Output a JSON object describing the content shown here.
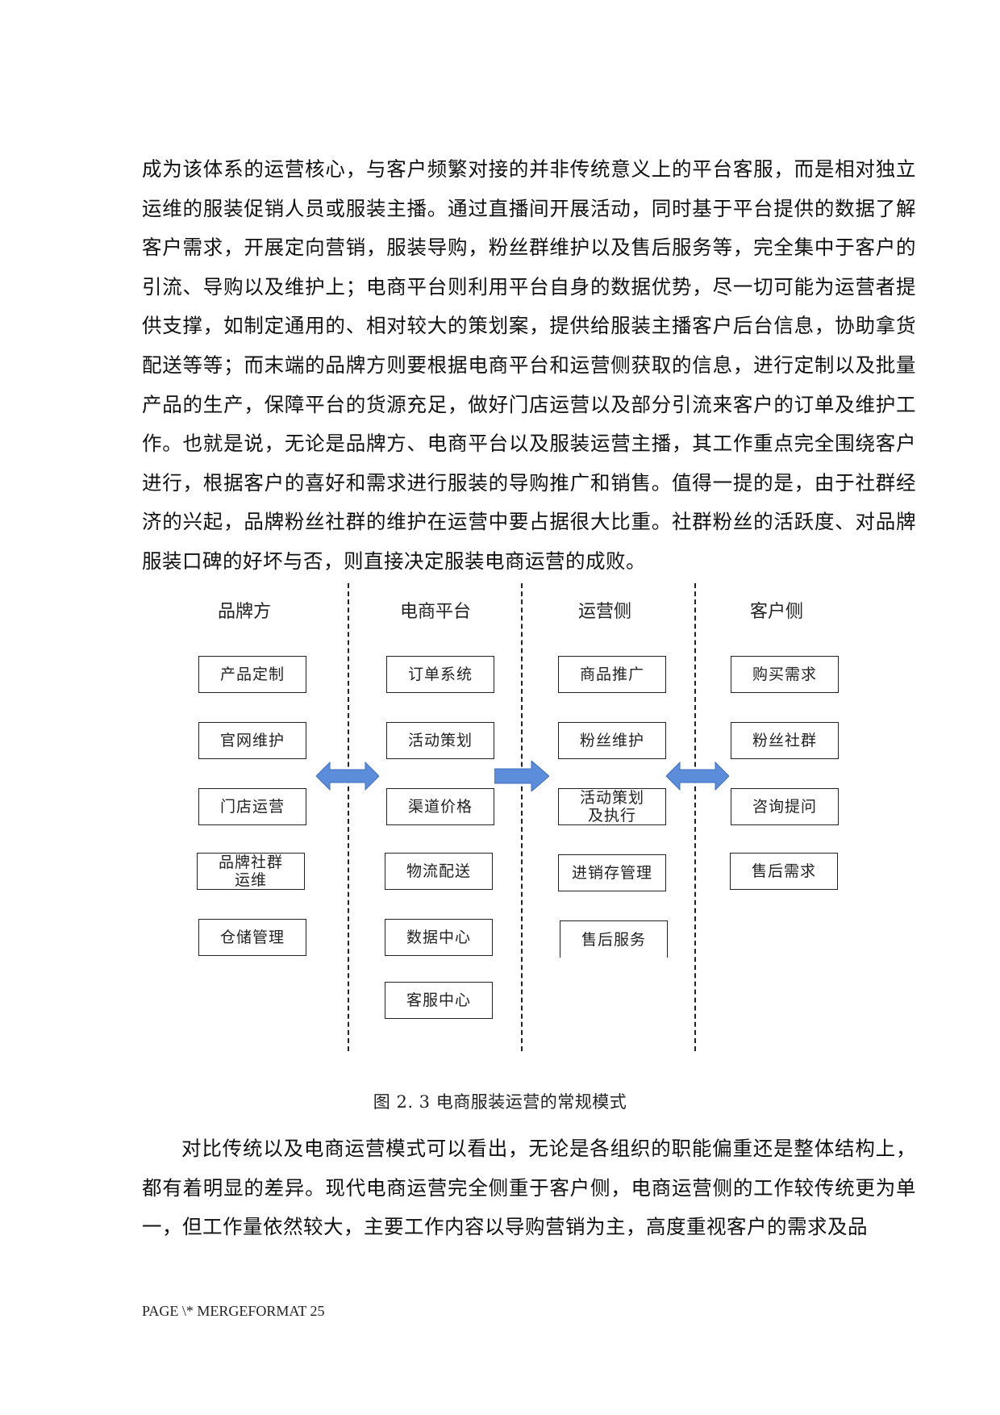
{
  "paragraph1": [
    "成为该体系的运营核心，与客户频繁对接的并非传统意义上的平台客服，而是相对独立运维的服装促销人员或服装主播。通过直播间开展活动，同时基于平台提供的数据了解客户需求，开展定向营销，服装导购，粉丝群维护以及售后服务等，完全集中于客户的引流、导购以及维护上；电商平台则利用平台自身的数据优势，尽一切可能为运营者提供支撑，如制定通用的、相对较大的策划案，提供给服装主播客户后台信息，协助拿货配送等等；而末端的品牌方则要根据电商平台和运营侧获取的信息，进行定制以及批量产品的生产，保障平台的货源充足，做好门店运营以及部分引流来客户的订单及维护工作。也就是说，无论是品牌方、电商平台以及服装运营主播，其工作重点完全围绕客户进行，根据客户的喜好和需求进行服装的导购推广和销售。值得一提的是，由于社群经济的兴起，品牌粉丝社群的维护在运营中要占据很大比重。社群粉丝的活跃度、对品牌服装口碑的好坏与否，则直接决定服装电商运营的成败。"
  ],
  "diagram": {
    "columns": [
      {
        "header": "品牌方",
        "boxes": [
          "产品定制",
          "官网维护",
          "门店运营",
          "品牌社群\n运维",
          "仓储管理"
        ]
      },
      {
        "header": "电商平台",
        "boxes": [
          "订单系统",
          "活动策划",
          "渠道价格",
          "物流配送",
          "数据中心",
          "客服中心"
        ]
      },
      {
        "header": "运营侧",
        "boxes": [
          "商品推广",
          "粉丝维护",
          "活动策划\n及执行",
          "进销存管理",
          "售后服务"
        ]
      },
      {
        "header": "客户侧",
        "boxes": [
          "购买需求",
          "粉丝社群",
          "咨询提问",
          "售后需求"
        ]
      }
    ],
    "arrow_color": "#5B8DDB",
    "arrows": [
      "double-arrow",
      "right-arrow",
      "double-arrow"
    ]
  },
  "figure_caption": "图 2. 3  电商服装运营的常规模式",
  "paragraph2": "对比传统以及电商运营模式可以看出，无论是各组织的职能偏重还是整体结构上，都有着明显的差异。现代电商运营完全侧重于客户侧，电商运营侧的工作较传统更为单一，但工作量依然较大，主要工作内容以导购营销为主，高度重视客户的需求及品",
  "footer": "PAGE   \\* MERGEFORMAT 25"
}
